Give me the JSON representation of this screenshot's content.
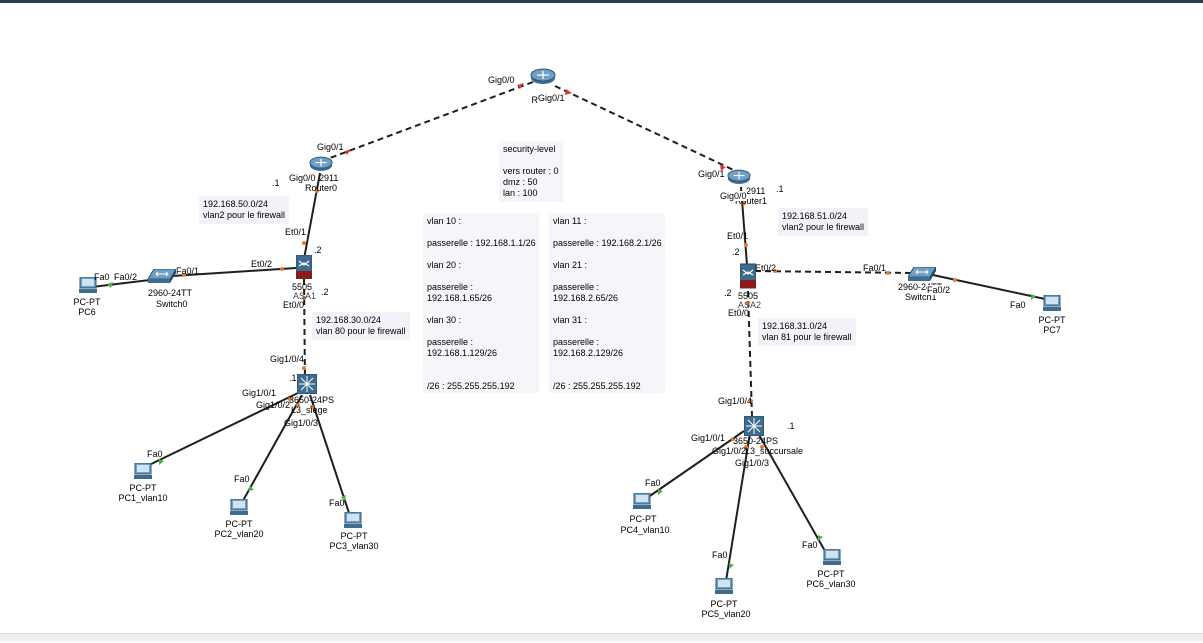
{
  "colors": {
    "link": "#1f1f1f",
    "port_up": "#43b649",
    "port_dot": "#e8782a",
    "port_down": "#d63b3b",
    "note_bg": "#f4f6fa"
  },
  "devices": {
    "router_isp": {
      "name_a": "Router",
      "name_b": "2911",
      "port_left": "Gig0/0",
      "port_right": "Gig0/1"
    },
    "router0": {
      "name": "Router0",
      "model": "2911",
      "port_top": "Gig0/1",
      "port_bottom": "Gig0/0",
      "dot": ".1"
    },
    "router1": {
      "name": "Router1",
      "model": "2911",
      "port_top": "Gig0/1",
      "port_bottom": "Gig0/0",
      "dot": ".1"
    },
    "asa_left": {
      "model": "5505",
      "name": "ASA1",
      "port_up": "Et0/1",
      "port_side": "Et0/2",
      "port_down": "Et0/0",
      "dot_up": ".2",
      "dot_down": ".2"
    },
    "asa_right": {
      "model": "5505",
      "name": "ASA2",
      "port_up": "Et0/1",
      "port_side": "Et0/2",
      "port_down": "Et0/0",
      "dot_up": ".2",
      "dot_down": ".2"
    },
    "switch0": {
      "model": "2960-24TT",
      "name": "Switch0",
      "port_a": "Fa0/2",
      "port_b": "Fa0/1"
    },
    "switch1": {
      "model": "2960-24TT",
      "name": "Switch1",
      "port_a": "Fa0/1",
      "port_b": "Fa0/2"
    },
    "l3_siege": {
      "model": "3650-24PS",
      "name": "L3_siege",
      "up": "Gig1/0/4",
      "p1": "Gig1/0/1",
      "p2": "Gig1/0/2",
      "p3": "Gig1/0/3",
      "dot": ".1"
    },
    "l3_succursale": {
      "model": "3650-24PS",
      "name": "L3_succursale",
      "up": "Gig1/0/4",
      "p1": "Gig1/0/1",
      "p2": "Gig1/0/2",
      "p3": "Gig1/0/3",
      "dot": ".1"
    }
  },
  "pcs": [
    {
      "type": "PC-PT",
      "name": "PC6",
      "port": "Fa0"
    },
    {
      "type": "PC-PT",
      "name": "PC7",
      "port": "Fa0"
    },
    {
      "type": "PC-PT",
      "name": "PC1_vlan10",
      "port": "Fa0"
    },
    {
      "type": "PC-PT",
      "name": "PC2_vlan20",
      "port": "Fa0"
    },
    {
      "type": "PC-PT",
      "name": "PC3_vlan30",
      "port": "Fa0"
    },
    {
      "type": "PC-PT",
      "name": "PC4_vlan10",
      "port": "Fa0"
    },
    {
      "type": "PC-PT",
      "name": "PC5_vlan20",
      "port": "Fa0"
    },
    {
      "type": "PC-PT",
      "name": "PC6_vlan30",
      "port": "Fa0"
    }
  ],
  "subnets": {
    "left_wan": {
      "net": "192.168.50.0/24",
      "desc": "vlan2 pour le firewall"
    },
    "left_lan": {
      "net": "192.168.30.0/24",
      "desc": "vlan 80 pour le firewall"
    },
    "right_wan": {
      "net": "192.168.51.0/24",
      "desc": "vlan2 pour le firewall"
    },
    "right_lan": {
      "net": "192.168.31.0/24",
      "desc": "vlan 81 pour le firewall"
    }
  },
  "notes": {
    "security": "security-level\n\nvers router : 0\ndmz : 50\nlan : 100",
    "vlans_left": "vlan 10 :\n\npasserelle : 192.168.1.1/26\n\nvlan 20 :\n\npasserelle :\n192.168.1.65/26\n\nvlan 30 :\n\npasserelle :\n192.168.1.129/26\n\n\n/26 : 255.255.255.192",
    "vlans_right": "vlan 11 :\n\npasserelle : 192.168.2.1/26\n\nvlan 21 :\n\npasserelle :\n192.168.2.65/26\n\nvlan 31 :\n\npasserelle :\n192.168.2.129/26\n\n\n/26 : 255.255.255.192"
  }
}
